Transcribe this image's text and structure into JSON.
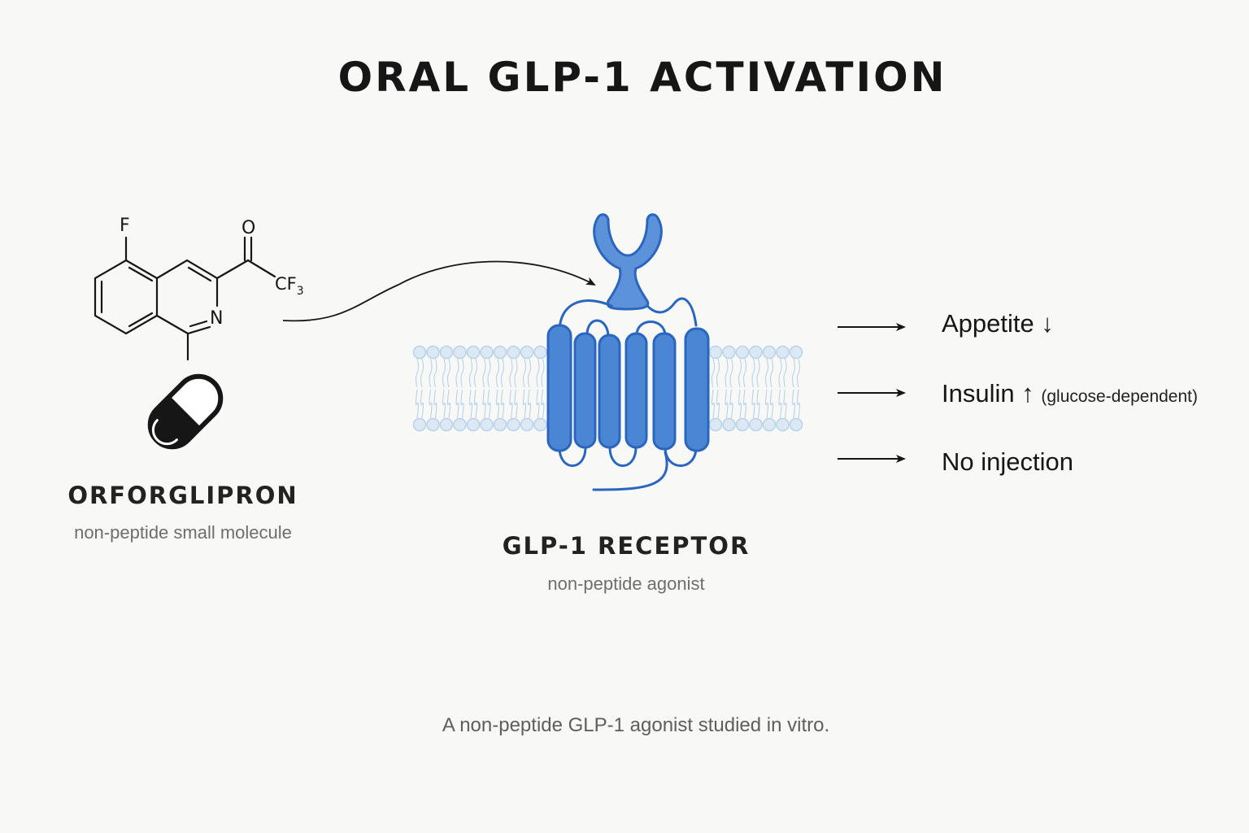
{
  "title": "ORAL GLP-1 ACTIVATION",
  "molecule": {
    "atoms": {
      "fluorine": "F",
      "oxygen": "O",
      "nitrogen": "N",
      "cf": "CF",
      "cf_sub": "3"
    },
    "icon": "pill-capsule-icon"
  },
  "drug": {
    "name": "ORFORGLIPRON",
    "subtitle": "non-peptide small molecule"
  },
  "receptor": {
    "name": "GLP-1 RECEPTOR",
    "subtitle": "non-peptide agonist",
    "icon": "gpcr-receptor-icon"
  },
  "effects": [
    {
      "label": "Appetite ↓",
      "note": ""
    },
    {
      "label": "Insulin ↑",
      "note": "(glucose-dependent)"
    },
    {
      "label": "No injection",
      "note": ""
    }
  ],
  "footer": "A non-peptide GLP-1 agonist studied in vitro.",
  "colors": {
    "receptor_fill": "#4a86d4",
    "receptor_stroke": "#2a66c0",
    "membrane": "#b8d2ea",
    "ink": "#161616"
  }
}
